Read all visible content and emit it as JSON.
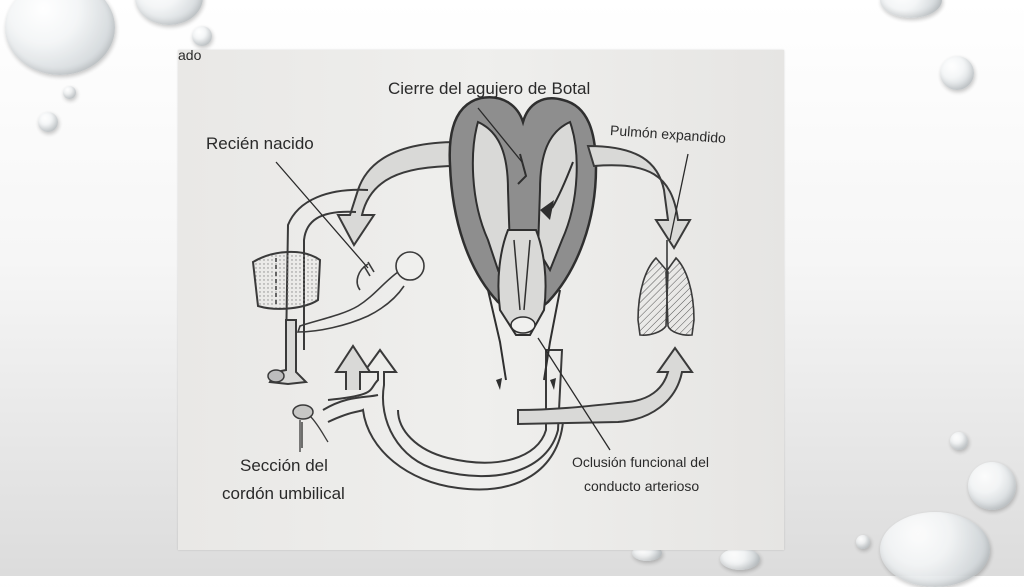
{
  "diagram": {
    "corner_text": "ado",
    "labels": {
      "botal": "Cierre del agujero de Botal",
      "newborn": "Recién nacido",
      "lung": "Pulmón expandido",
      "cord_line1": "Sección del",
      "cord_line2": "cordón umbilical",
      "duct_line1": "Oclusión funcional del",
      "duct_line2": "conducto arterioso"
    }
  },
  "colors": {
    "paper": "#ebeae8",
    "heart_fill": "#8e8e8e",
    "vessel_fill": "#d9d9d7",
    "ink": "#2a2a2a"
  }
}
